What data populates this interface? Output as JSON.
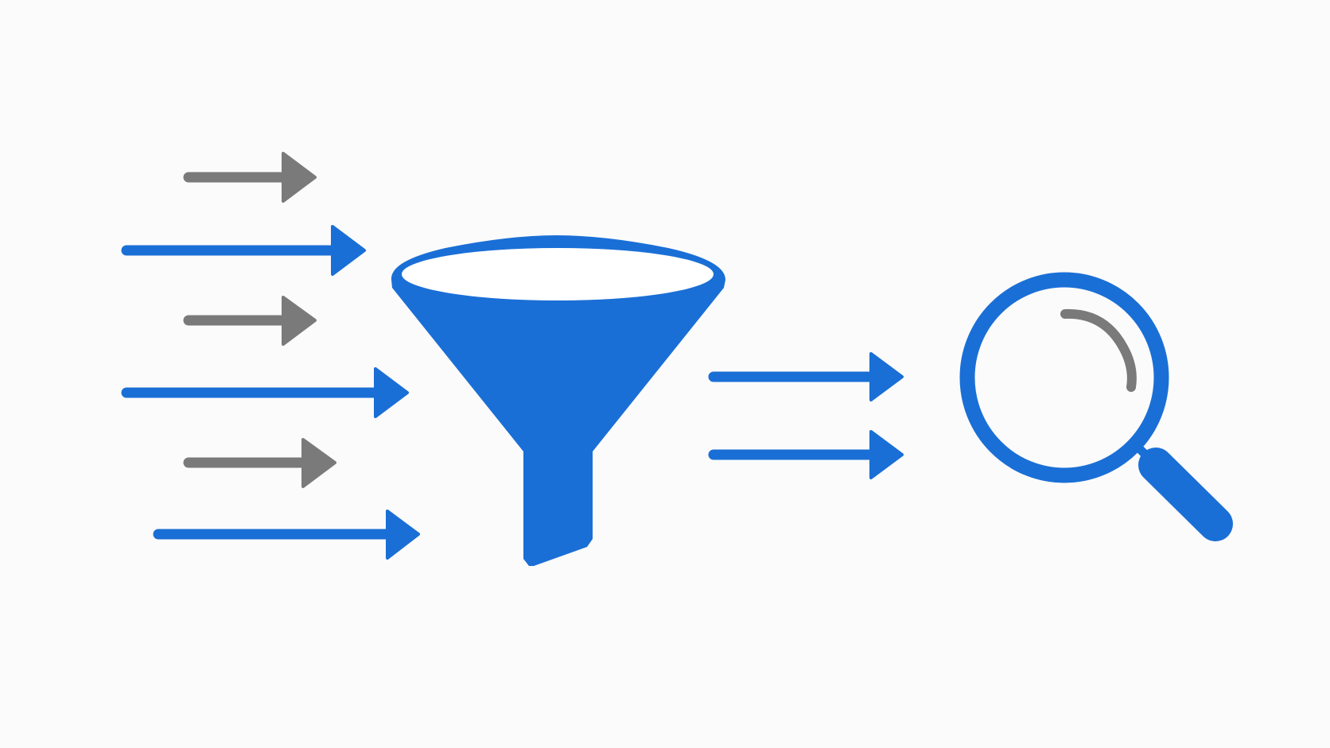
{
  "diagram": {
    "colors": {
      "background": "#fbfbfb",
      "primary_blue": "#1a6fd6",
      "secondary_gray": "#7a7a7a",
      "funnel_opening": "#ffffff"
    },
    "inputs": [
      {
        "id": "input-1",
        "color": "secondary_gray"
      },
      {
        "id": "input-2",
        "color": "primary_blue"
      },
      {
        "id": "input-3",
        "color": "secondary_gray"
      },
      {
        "id": "input-4",
        "color": "primary_blue"
      },
      {
        "id": "input-5",
        "color": "secondary_gray"
      },
      {
        "id": "input-6",
        "color": "primary_blue"
      }
    ],
    "filter": {
      "icon": "funnel-icon",
      "color": "primary_blue"
    },
    "outputs": [
      {
        "id": "output-1",
        "color": "primary_blue"
      },
      {
        "id": "output-2",
        "color": "primary_blue"
      }
    ],
    "result": {
      "icon": "magnifying-glass-icon",
      "color": "primary_blue",
      "highlight_color": "secondary_gray"
    }
  }
}
